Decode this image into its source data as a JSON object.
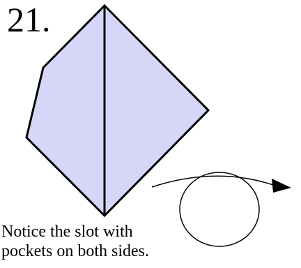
{
  "step": {
    "number": "21."
  },
  "caption": {
    "line1": "Notice the slot with",
    "line2": "pockets on both sides."
  },
  "diagram": {
    "fill_color": "#d6d6f9",
    "stroke_color": "#000000",
    "icons": [
      "folded-paper-shape",
      "center-crease",
      "rotation-arrow-icon"
    ]
  }
}
